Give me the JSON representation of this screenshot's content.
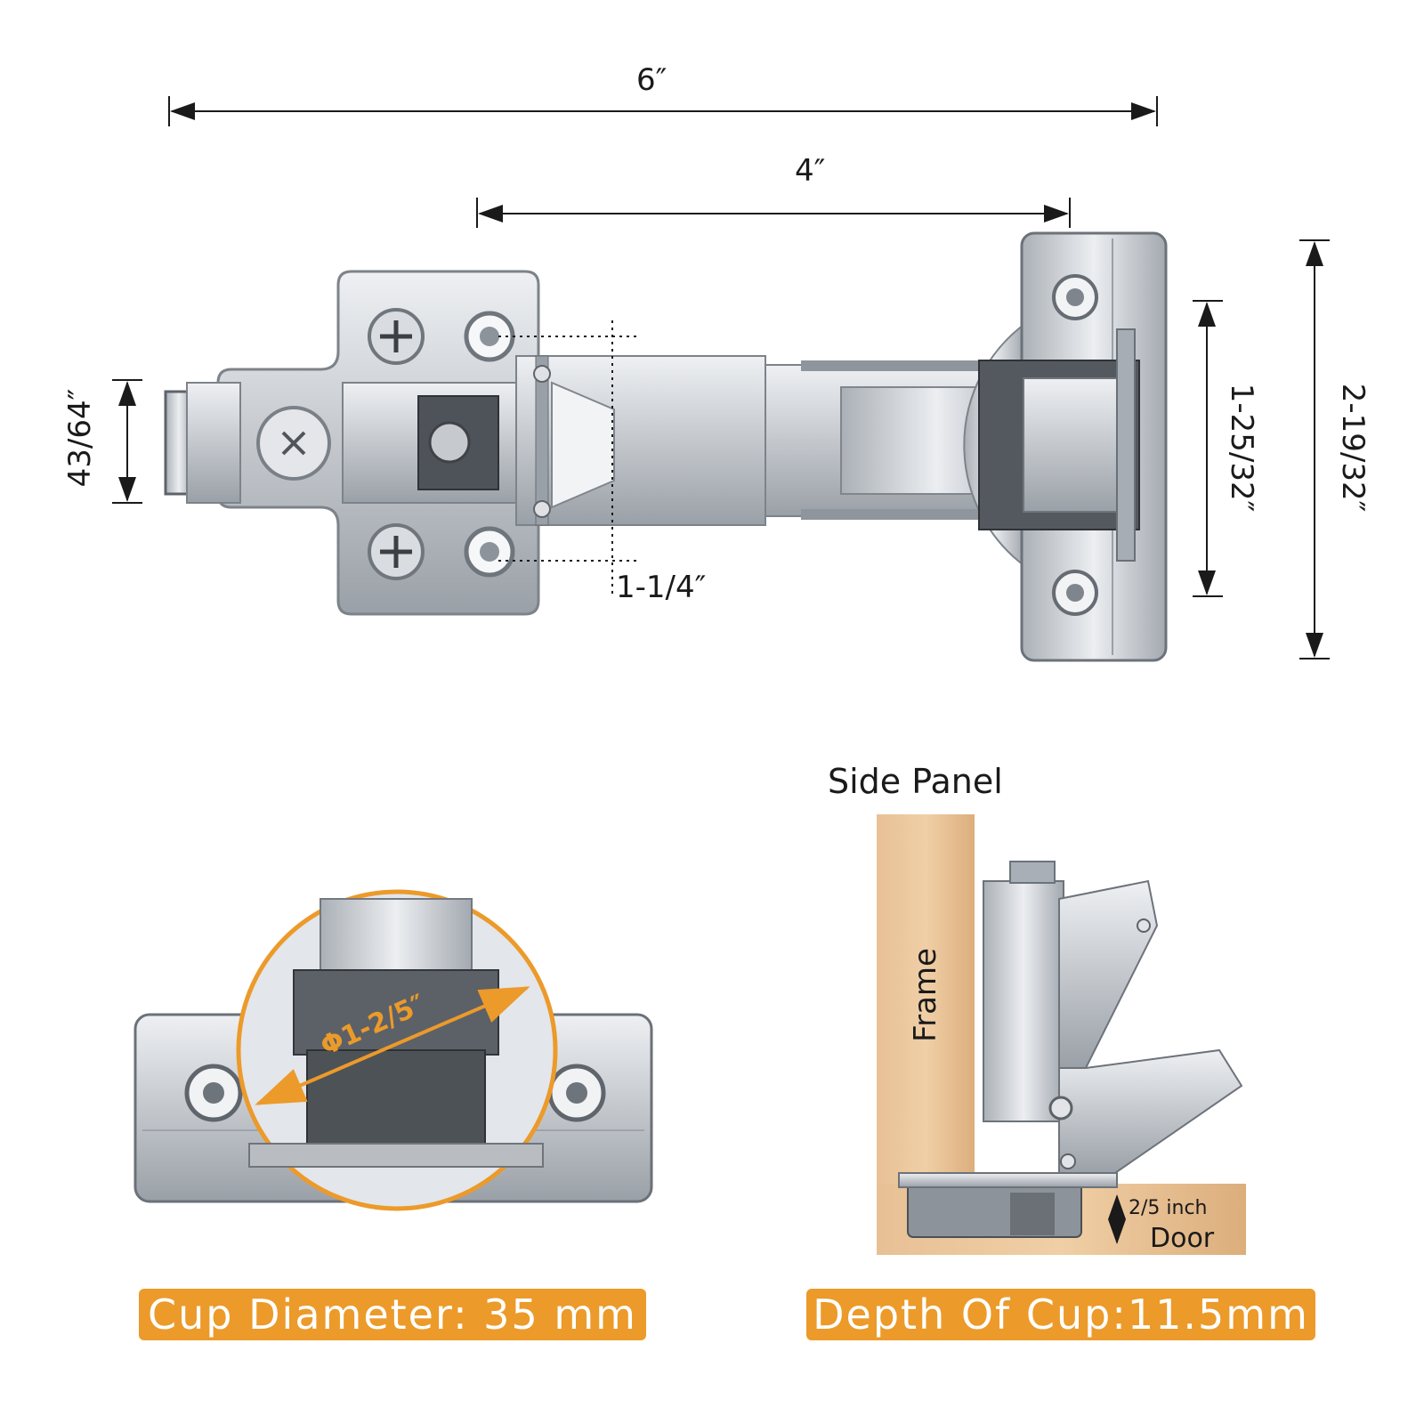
{
  "dimensions": {
    "overall_length": "6″",
    "arm_length": "4″",
    "cup_offset": "1-1/4″",
    "arm_width": "43/64″",
    "hole_spacing": "1-25/32″",
    "plate_height": "2-19/32″",
    "cup_diameter_callout": "Φ1-2/5″",
    "door_depth_callout": "2/5 inch"
  },
  "install_diagram": {
    "side_panel_label": "Side Panel",
    "frame_label": "Frame",
    "door_label": "Door"
  },
  "badges": {
    "cup_diameter": "Cup Diameter: 35 mm",
    "cup_depth": "Depth Of Cup:11.5mm"
  },
  "colors": {
    "accent_orange": "#ec9a2a",
    "wood": "#e3b98a",
    "metal": "#c9ccd1"
  }
}
